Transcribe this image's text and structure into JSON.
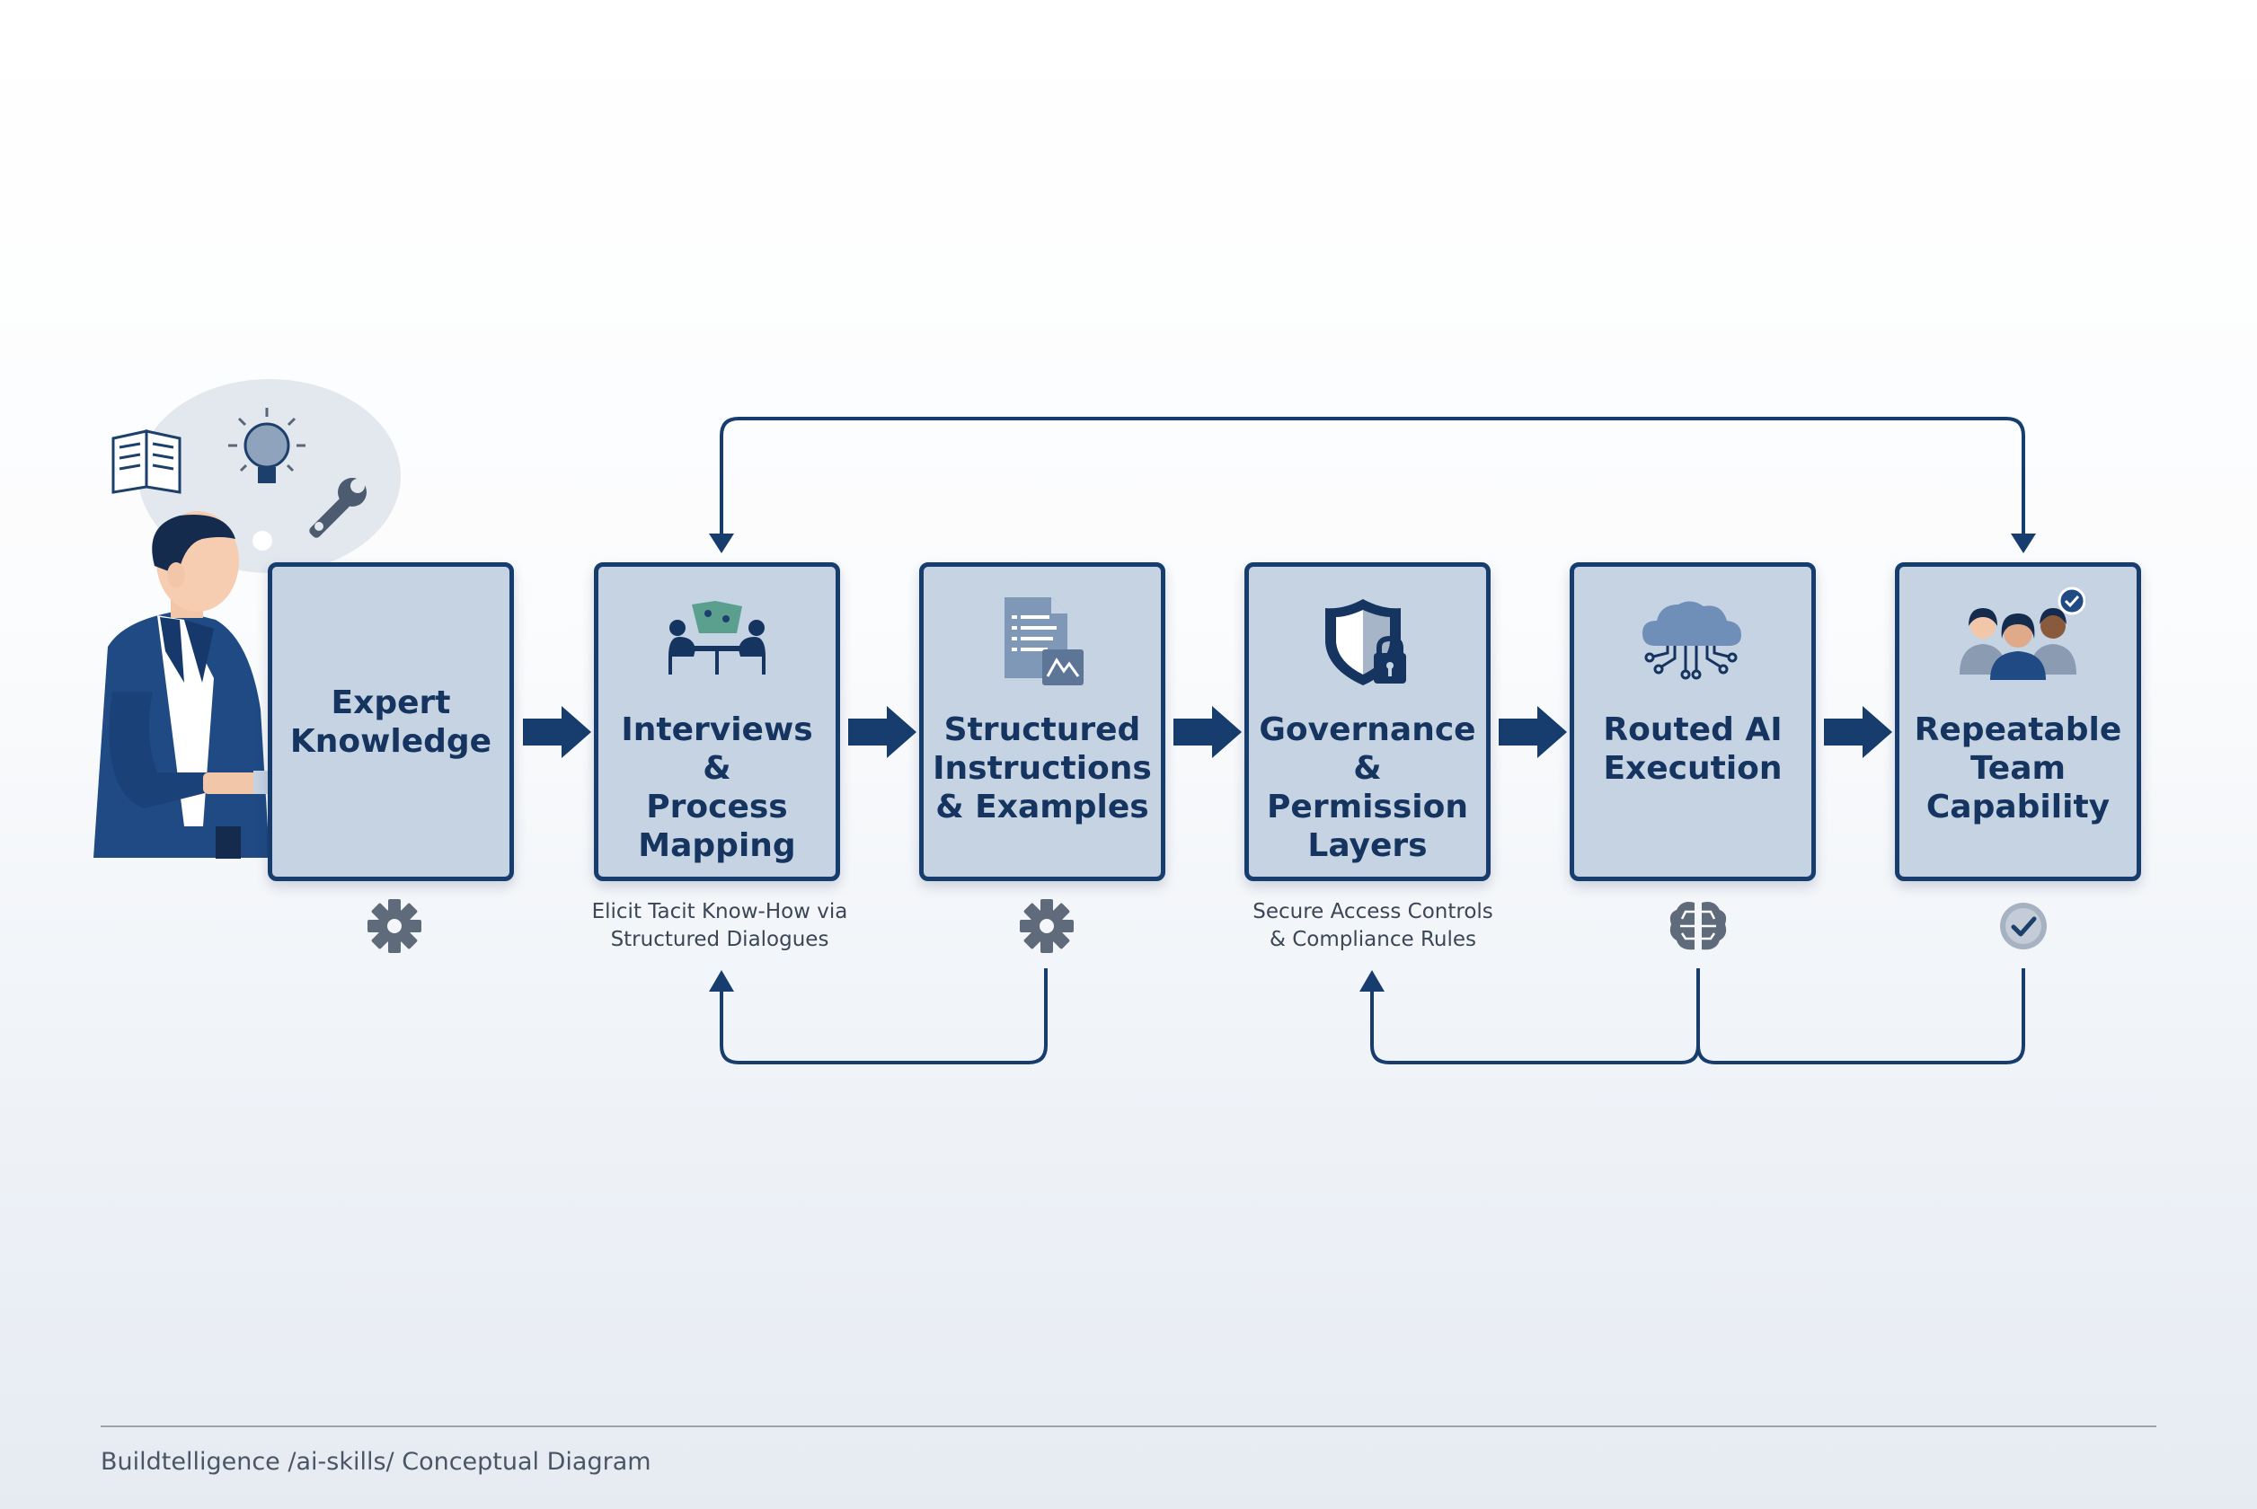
{
  "steps": [
    {
      "id": "expert",
      "lines": [
        "Expert",
        "Knowledge"
      ],
      "icon": "gear-icon",
      "caption": []
    },
    {
      "id": "interviews",
      "lines": [
        "Interviews &",
        "Process",
        "Mapping"
      ],
      "icon": "meeting-icon",
      "caption": [
        "Elicit Tacit Know-How via",
        "Structured Dialogues"
      ]
    },
    {
      "id": "instructions",
      "lines": [
        "Structured",
        "Instructions",
        "& Examples"
      ],
      "icon": "gear-icon",
      "caption": []
    },
    {
      "id": "governance",
      "lines": [
        "Governance",
        "& Permission",
        "Layers"
      ],
      "icon": "shield-lock-icon",
      "caption": [
        "Secure Access Controls",
        "& Compliance Rules"
      ]
    },
    {
      "id": "routed",
      "lines": [
        "Routed AI",
        "Execution"
      ],
      "icon": "brain-icon",
      "caption": []
    },
    {
      "id": "repeatable",
      "lines": [
        "Repeatable",
        "Team",
        "Capability"
      ],
      "icon": "check-circle-icon",
      "caption": []
    }
  ],
  "colors": {
    "navy": "#173d6e",
    "box_fill": "#c5d3e3",
    "text": "#15345f",
    "icon_gray": "#5f6b7a"
  },
  "footer": {
    "text": "Buildtelligence /ai-skills/ Conceptual Diagram"
  }
}
